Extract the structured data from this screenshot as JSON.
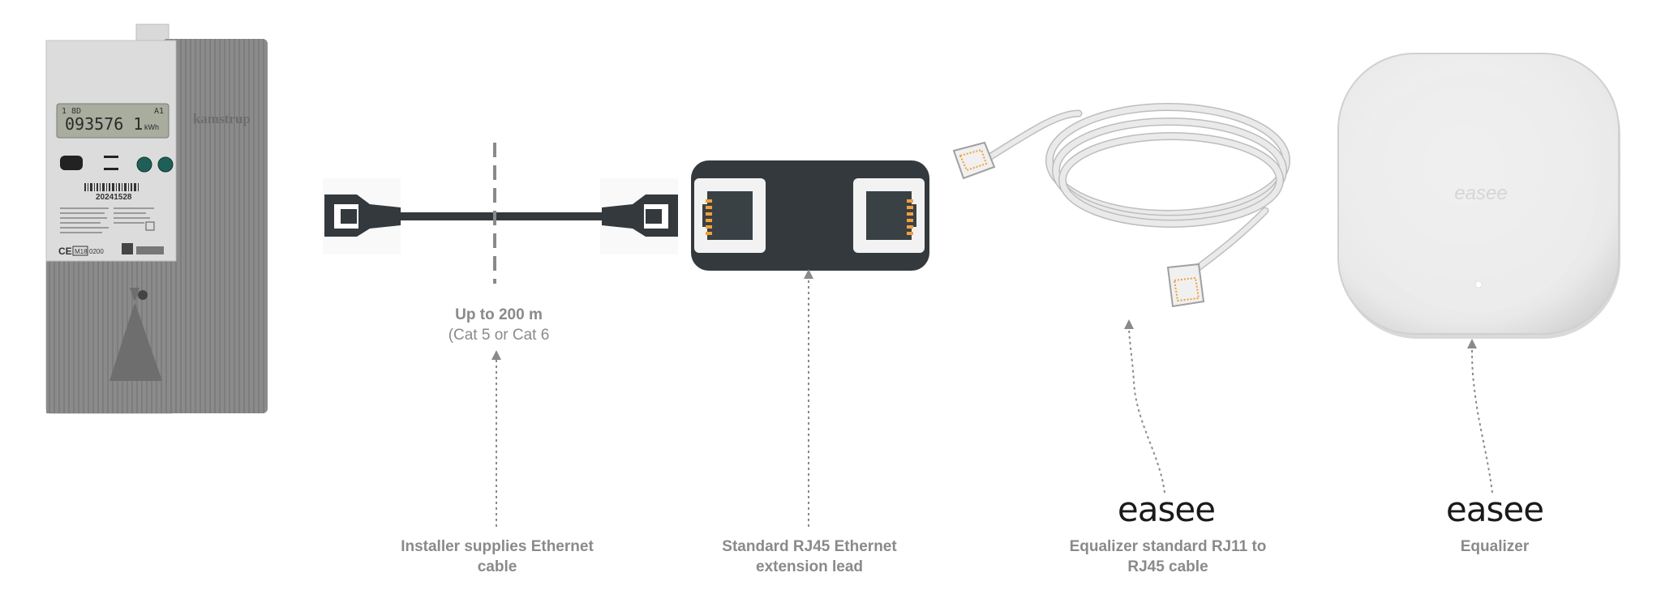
{
  "meter": {
    "brand": "kamstrup",
    "lcd_top_left": "1 8D",
    "lcd_top_right": "A1",
    "lcd_value": "093576 1",
    "lcd_unit": "kWh",
    "serial": "20241528",
    "ce_mark": "CE",
    "mark_code": "M18",
    "mark_number": "0200"
  },
  "cable": {
    "length_label": "Up to 200 m",
    "type_label": "(Cat 5 or Cat 6"
  },
  "easee_logo": "easee",
  "equalizer_logo": "easee",
  "labels": {
    "installer": [
      "Installer supplies Ethernet",
      "cable"
    ],
    "extension": [
      "Standard RJ45 Ethernet",
      "extension lead"
    ],
    "rj11": [
      "Equalizer standard RJ11 to",
      "RJ45 cable"
    ],
    "equalizer": [
      "Equalizer"
    ]
  },
  "colors": {
    "dark": "#33393c",
    "label_gray": "#8a8a8a",
    "pin": "#f2a03b",
    "meter_body": "#8e8e8e",
    "cable_white": "#e6e6e6"
  }
}
